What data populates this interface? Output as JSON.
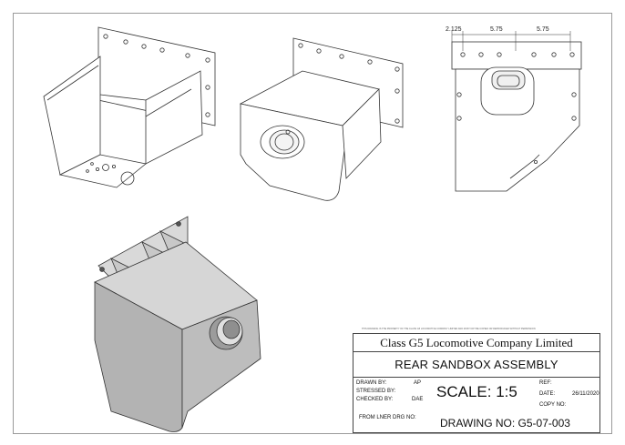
{
  "title_block": {
    "company": "Class G5 Locomotive Company Limited",
    "title": "REAR SANDBOX ASSEMBLY",
    "drawn_by_label": "DRAWN BY:",
    "drawn_by": "AP",
    "stressed_by_label": "STRESSED BY:",
    "stressed_by": "",
    "checked_by_label": "CHECKED BY:",
    "checked_by": "DAE",
    "scale": "SCALE: 1:5",
    "ref_label": "REF:",
    "ref": "",
    "date_label": "DATE:",
    "date": "26/11/2020",
    "copy_no_label": "COPY NO:",
    "copy_no": "",
    "lner_label": "FROM LNER DRG NO:",
    "lner_value": "",
    "drawing_no": "DRAWING NO: G5-07-003"
  },
  "dimensions": {
    "d1": "2.125",
    "d2": "5.75",
    "d3": "5.75"
  },
  "fine_print": "THIS DRAWING IS THE PROPERTY OF THE CLASS G5 LOCOMOTIVE COMPANY LIMITED AND MUST NOT BE COPIED OR REPRODUCED WITHOUT PERMISSION"
}
